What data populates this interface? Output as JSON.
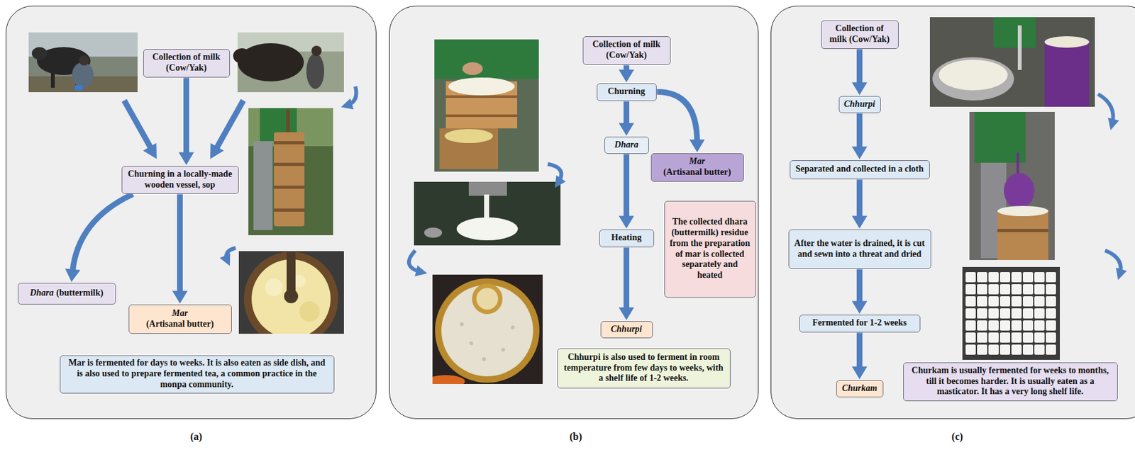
{
  "diagram": {
    "nodes": [
      {
        "text": [
          "(a)"
        ]
      },
      {
        "text": [
          "Collection of milk (Cow/Yak)"
        ],
        "in": 0
      },
      {
        "text": [
          "Churning in a locally-made wooden vessel, sop"
        ],
        "in": 0
      },
      {
        "text": [
          "Dhara",
          "(buttermilk)"
        ],
        "in": 0
      },
      {
        "text": [
          "Mar",
          "(Artisanal butter)"
        ],
        "in": 0
      },
      {
        "text": [
          "Mar is fermented for days to weeks. It is also eaten as side dish, and is also used to prepare fermented tea, a common practice in the monpa community."
        ],
        "in": 0
      },
      {
        "text": [
          "(b)"
        ]
      },
      {
        "text": [
          "Collection of milk (Cow/Yak)"
        ],
        "in": 6
      },
      {
        "text": [
          "Churning"
        ],
        "in": 6
      },
      {
        "text": [
          "Dhara"
        ],
        "in": 6
      },
      {
        "text": [
          "Mar",
          "(Artisanal butter)"
        ],
        "in": 6
      },
      {
        "text": [
          "Heating"
        ],
        "in": 6
      },
      {
        "text": [
          "The collected dhara (buttermilk) residue from the preparation of mar is collected separately and heated"
        ],
        "in": 6
      },
      {
        "text": [
          "Chhurpi"
        ],
        "in": 6
      },
      {
        "text": [
          "Chhurpi is also used to ferment in room temperature from few days to weeks, with a shelf life of 1-2 weeks."
        ],
        "in": 6
      },
      {
        "text": [
          "(c)"
        ]
      },
      {
        "text": [
          "Collection of milk (Cow/Yak)"
        ],
        "in": 15
      },
      {
        "text": [
          "Chhurpi"
        ],
        "in": 15
      },
      {
        "text": [
          "Separated and collected in a cloth"
        ],
        "in": 15
      },
      {
        "text": [
          "After the water is drained, it is cut and sewn into a threat and dried"
        ],
        "in": 15
      },
      {
        "text": [
          "Fermented for 1-2 weeks"
        ],
        "in": 15
      },
      {
        "text": [
          "Churkam"
        ],
        "in": 15
      },
      {
        "text": [
          "Churkam is usually fermented for weeks to months, till it becomes harder. It is usually eaten as a masticator. It has a very long shelf life."
        ],
        "in": 15
      }
    ],
    "edges": [
      {
        "from": 1,
        "to": 2,
        "arrow": "to"
      },
      {
        "from": 2,
        "to": 3,
        "arrow": "to"
      },
      {
        "from": 2,
        "to": 4,
        "arrow": "to"
      },
      {
        "from": 7,
        "to": 8,
        "arrow": "to"
      },
      {
        "from": 8,
        "to": 9,
        "arrow": "to"
      },
      {
        "from": 8,
        "to": 10,
        "arrow": "to"
      },
      {
        "from": 9,
        "to": 11,
        "arrow": "to"
      },
      {
        "from": 11,
        "to": 13,
        "arrow": "to"
      },
      {
        "from": 16,
        "to": 17,
        "arrow": "to"
      },
      {
        "from": 17,
        "to": 18,
        "arrow": "to"
      },
      {
        "from": 18,
        "to": 19,
        "arrow": "to"
      },
      {
        "from": 19,
        "to": 20,
        "arrow": "to"
      },
      {
        "from": 20,
        "to": 21,
        "arrow": "to"
      }
    ]
  }
}
